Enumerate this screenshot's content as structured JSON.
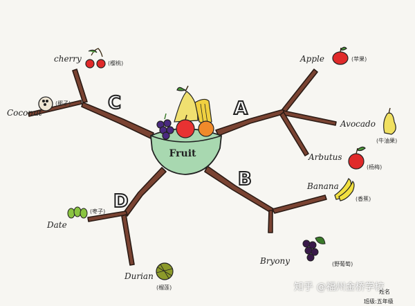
{
  "center": {
    "label": "Fruit"
  },
  "branch_letters": {
    "a": "A",
    "b": "B",
    "c": "C",
    "d": "D"
  },
  "fruits": {
    "apple": {
      "label": "Apple",
      "note": "(苹果)"
    },
    "avocado": {
      "label": "Avocado",
      "note": "(牛油果)"
    },
    "arbutus": {
      "label": "Arbutus",
      "note": "(杨梅)"
    },
    "banana": {
      "label": "Banana",
      "note": "(香蕉)"
    },
    "bryony": {
      "label": "Bryony",
      "note": "(野葡萄)"
    },
    "cherry": {
      "label": "cherry",
      "note": "(樱桃)"
    },
    "coconut": {
      "label": "Coconut",
      "note": "(椰子)"
    },
    "date": {
      "label": "Date",
      "note": "(枣子)"
    },
    "durian": {
      "label": "Durian",
      "note": "(榴莲)"
    }
  },
  "signature": {
    "line1": "班级:五年级",
    "line2": "姓名"
  },
  "watermark": "知乎 @福州金桥学校",
  "colors": {
    "branch": "#6b3a2a",
    "bowl": "#a8d8b0",
    "ink": "#222222"
  }
}
